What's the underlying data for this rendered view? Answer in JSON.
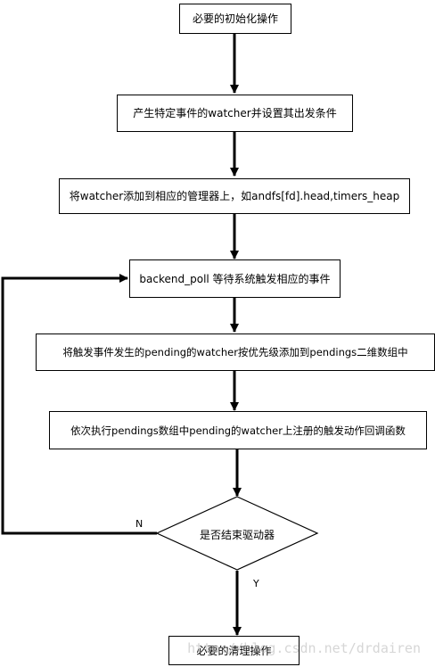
{
  "nodes": {
    "step_init": "必要的初始化操作",
    "step_create_watcher": "产生特定事件的watcher并设置其出发条件",
    "step_add_manager": "将watcher添加到相应的管理器上，如andfs[fd].head,timers_heap",
    "step_poll": "backend_poll 等待系统触发相应的事件",
    "step_queue": "将触发事件发生的pending的watcher按优先级添加到pendings二维数组中",
    "step_callbacks": "依次执行pendings数组中pending的watcher上注册的触发动作回调函数",
    "decision_end": "是否结束驱动器",
    "step_cleanup": "必要的清理操作"
  },
  "edges": {
    "no_label": "N",
    "yes_label": "Y"
  },
  "watermark": "http://blog.csdn.net/drdairen",
  "colors": {
    "line": "#000000",
    "box_fill": "#ffffff",
    "watermark": "#b4b4b4"
  }
}
